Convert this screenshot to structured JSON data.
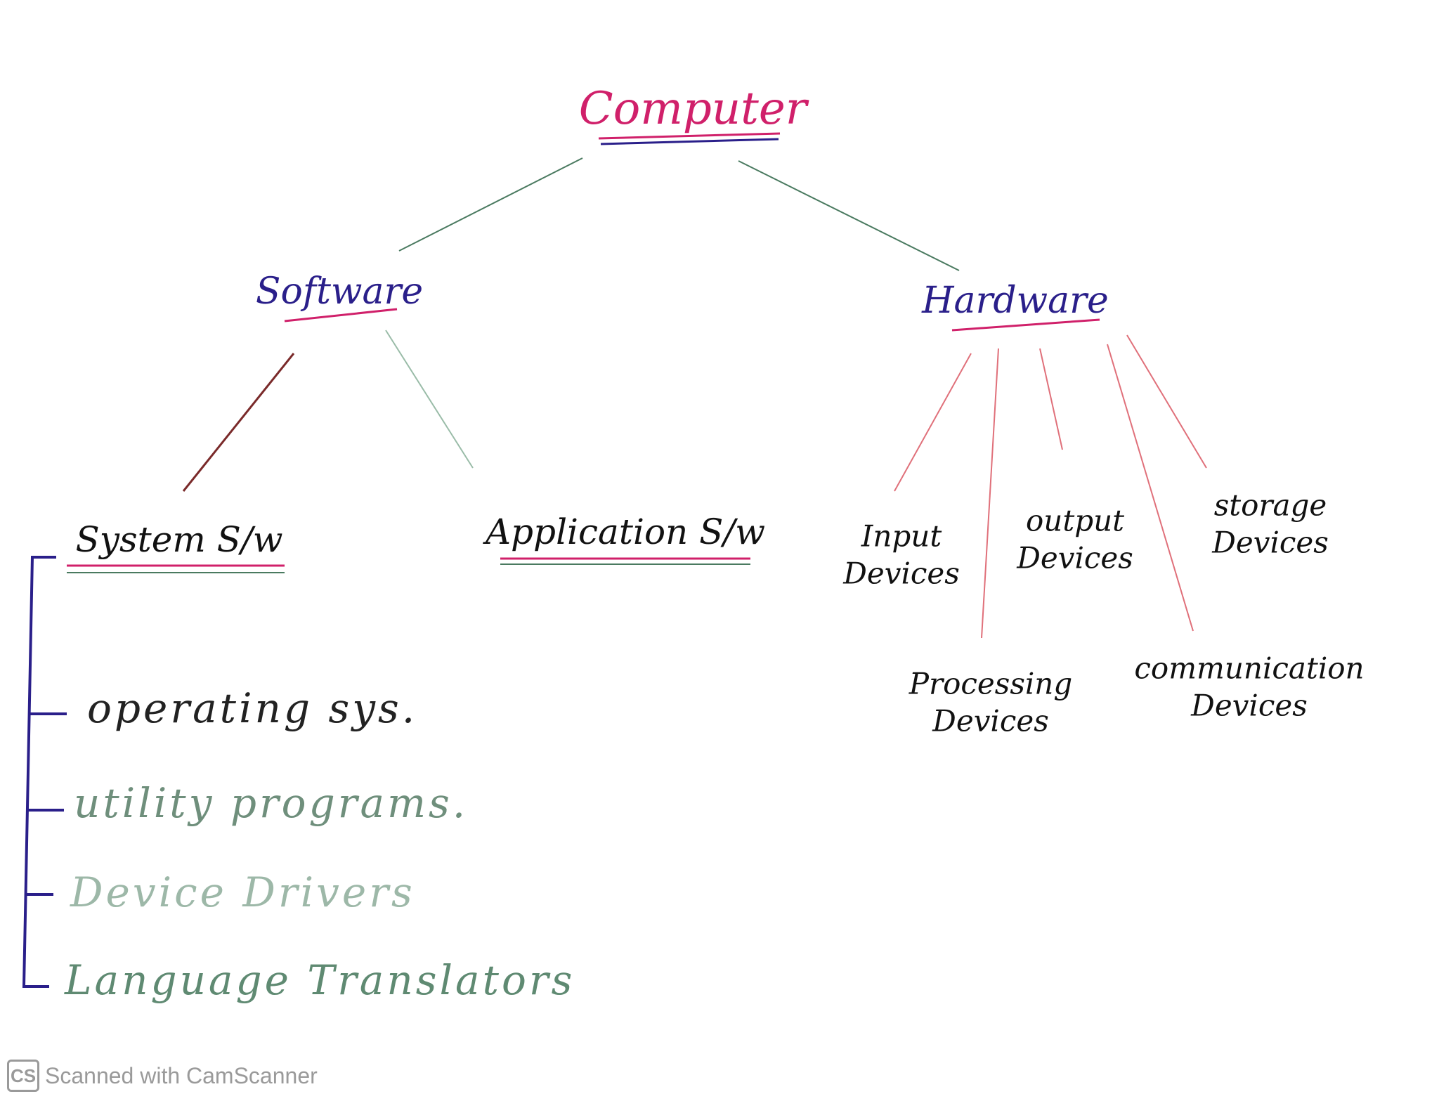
{
  "root": {
    "label": "Computer"
  },
  "branches": {
    "software": {
      "label": "Software"
    },
    "hardware": {
      "label": "Hardware"
    }
  },
  "software_children": {
    "system": {
      "label": "System S/w"
    },
    "application": {
      "label": "Application S/w"
    }
  },
  "system_software_items": [
    {
      "label": "operating sys."
    },
    {
      "label": "utility programs."
    },
    {
      "label": "Device Drivers"
    },
    {
      "label": "Language Translators"
    }
  ],
  "hardware_children": [
    {
      "line1": "Input",
      "line2": "Devices"
    },
    {
      "line1": "output",
      "line2": "Devices"
    },
    {
      "line1": "storage",
      "line2": "Devices"
    },
    {
      "line1": "Processing",
      "line2": "Devices"
    },
    {
      "line1": "communication",
      "line2": "Devices"
    }
  ],
  "watermark": {
    "logo": "CS",
    "text": "Scanned with CamScanner"
  },
  "colors": {
    "pink": "#d0206a",
    "navy": "#2a1f8a",
    "green": "#4a7a60",
    "red": "#e0707a"
  }
}
